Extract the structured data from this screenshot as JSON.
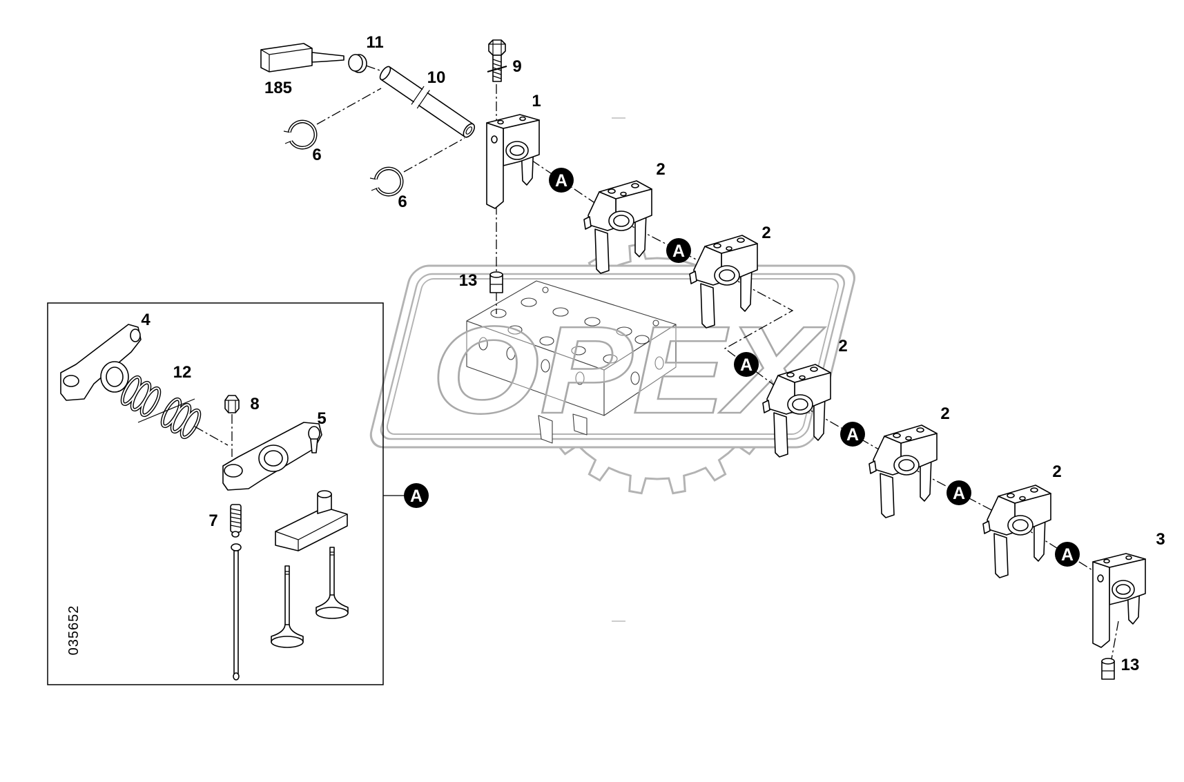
{
  "diagram": {
    "callouts": {
      "sealant": "185",
      "plug": "11",
      "shaft": "10",
      "bolt": "9",
      "support_front": "1",
      "circlip_upper": "6",
      "circlip_lower": "6",
      "support_intermediate": [
        "2",
        "2",
        "2",
        "2",
        "2"
      ],
      "sleeve_upper": "13",
      "support_rear": "3",
      "sleeve_lower": "13"
    },
    "reference_marker": "A",
    "inset": {
      "callouts": {
        "rocker_arm_upper": "4",
        "spring": "12",
        "nut": "8",
        "rocker_arm_lower": "5",
        "adjusting_screw": "7"
      },
      "reference_marker": "A",
      "drawing_number": "035652"
    },
    "watermark": {
      "text": "OPEX"
    }
  }
}
